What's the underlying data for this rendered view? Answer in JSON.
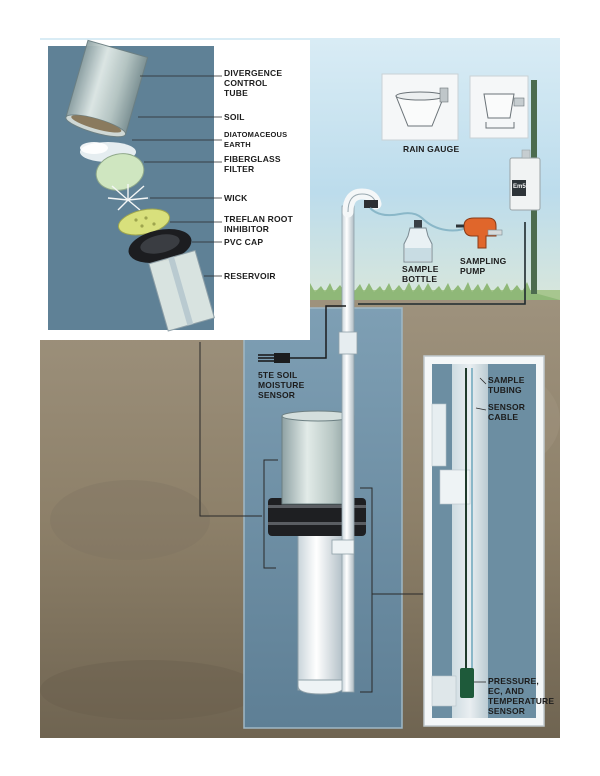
{
  "labels": {
    "divergence_control_tube": "DIVERGENCE\nCONTROL\nTUBE",
    "soil": "SOIL",
    "diatomaceous_earth": "DIATOMACEOUS\nEARTH",
    "fiberglass_filter": "FIBERGLASS\nFILTER",
    "wick": "WICK",
    "treflan_root_inhibitor": "TREFLAN ROOT\nINHIBITOR",
    "pvc_cap": "PVC CAP",
    "reservoir": "RESERVOIR",
    "rain_gauge": "RAIN GAUGE",
    "sample_bottle": "SAMPLE\nBOTTLE",
    "sampling_pump": "SAMPLING\nPUMP",
    "soil_moisture_sensor": "5TE SOIL\nMOISTURE\nSENSOR",
    "sample_tubing": "SAMPLE\nTUBING",
    "sensor_cable": "SENSOR\nCABLE",
    "pressure_sensor": "PRESSURE,\nEC, AND\nTEMPERATURE\nSENSOR"
  },
  "logger_brand": "Em50",
  "colors": {
    "sky": "#bcdcec",
    "grass": "#9fc58a",
    "soil": "#8f826d",
    "trench": "#6f90a6",
    "inset_bg": "#5f8196",
    "sensor_cable": "#1f3a2b",
    "sample_tubing": "#8ab7c8",
    "pump_orange": "#e0662b"
  }
}
